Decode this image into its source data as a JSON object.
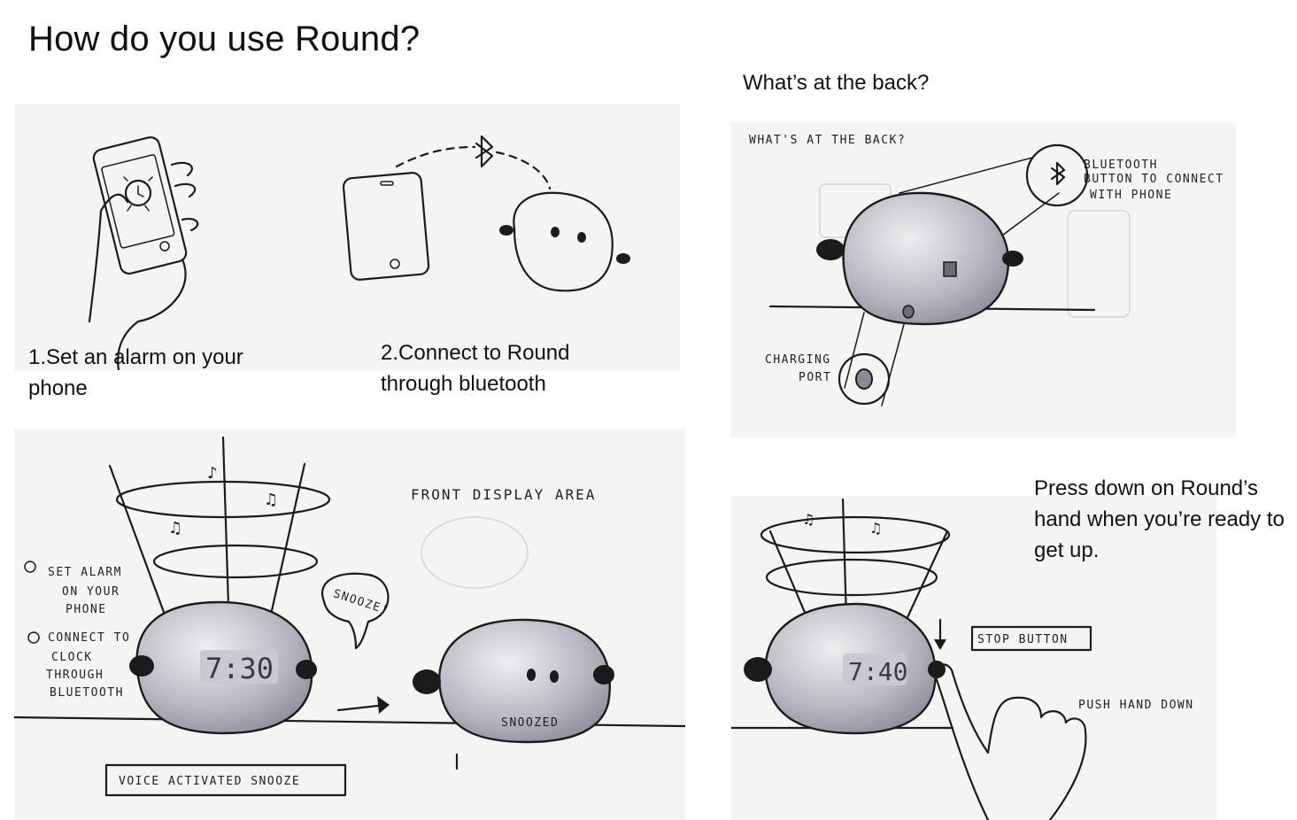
{
  "title": "How do you use Round?",
  "captions": {
    "step1": "1.Set an alarm on your phone",
    "step2": "2.Connect to Round through bluetooth",
    "back_heading": "What’s at the back?",
    "press": "Press down on Round’s hand when you’re ready to get up."
  },
  "sketch_labels": {
    "back_title": "WHAT'S AT THE BACK?",
    "bluetooth_button": [
      "BLUETOOTH",
      "BUTTON TO CONNECT",
      "WITH PHONE"
    ],
    "charging_port": [
      "CHARGING",
      "PORT"
    ],
    "front_display": "FRONT DISPLAY AREA",
    "step_set_alarm": [
      "SET ALARM",
      "ON YOUR",
      "PHONE"
    ],
    "step_connect": [
      "CONNECT TO",
      "CLOCK",
      "THROUGH",
      "BLUETOOTH"
    ],
    "snooze_bubble": "SNOOZE!",
    "clock_time_1": "7:30",
    "snoozed": "SNOOZED",
    "voice_snooze": "VOICE   ACTIVATED   SNOOZE",
    "clock_time_2": "7:40",
    "stop_button": "STOP BUTTON",
    "push_hand": "PUSH HAND DOWN"
  }
}
